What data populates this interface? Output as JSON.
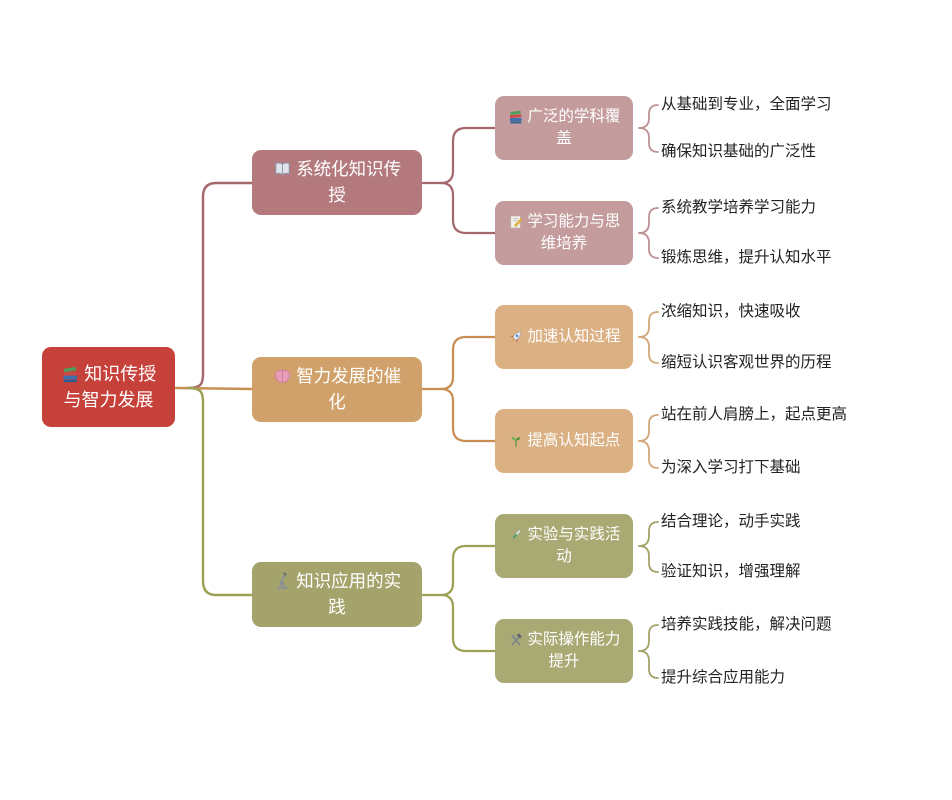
{
  "root": {
    "label": "知识传授与智力发展",
    "icon": "books-stack-icon",
    "bg": "#c7413b"
  },
  "branches": [
    {
      "label": "系统化知识传授",
      "icon": "open-book-icon",
      "bg": "#b3797d",
      "line_color": "#a5666c",
      "child_line_color": "#bd9194",
      "children": [
        {
          "label": "广泛的学科覆盖",
          "icon": "books-stack-icon",
          "bg": "#c59c9d",
          "leaves": [
            "从基础到专业，全面学习",
            "确保知识基础的广泛性"
          ]
        },
        {
          "label": "学习能力与思维培养",
          "icon": "memo-pencil-icon",
          "bg": "#c59c9d",
          "leaves": [
            "系统教学培养学习能力",
            "锻炼思维，提升认知水平"
          ]
        }
      ]
    },
    {
      "label": "智力发展的催化",
      "icon": "brain-icon",
      "bg": "#d1a16b",
      "line_color": "#c88e51",
      "child_line_color": "#d3a878",
      "children": [
        {
          "label": "加速认知过程",
          "icon": "rocket-icon",
          "bg": "#dbb184",
          "leaves": [
            "浓缩知识，快速吸收",
            "缩短认识客观世界的历程"
          ]
        },
        {
          "label": "提高认知起点",
          "icon": "seedling-icon",
          "bg": "#dbb184",
          "leaves": [
            "站在前人肩膀上，起点更高",
            "为深入学习打下基础"
          ]
        }
      ]
    },
    {
      "label": "知识应用的实践",
      "icon": "microscope-icon",
      "bg": "#a3a36b",
      "line_color": "#9ba053",
      "child_line_color": "#a3a368",
      "children": [
        {
          "label": "实验与实践活动",
          "icon": "test-tube-icon",
          "bg": "#a9a974",
          "leaves": [
            "结合理论，动手实践",
            "验证知识，增强理解"
          ]
        },
        {
          "label": "实际操作能力提升",
          "icon": "hammer-tools-icon",
          "bg": "#a9a974",
          "leaves": [
            "培养实践技能，解决问题",
            "提升综合应用能力"
          ]
        }
      ]
    }
  ]
}
